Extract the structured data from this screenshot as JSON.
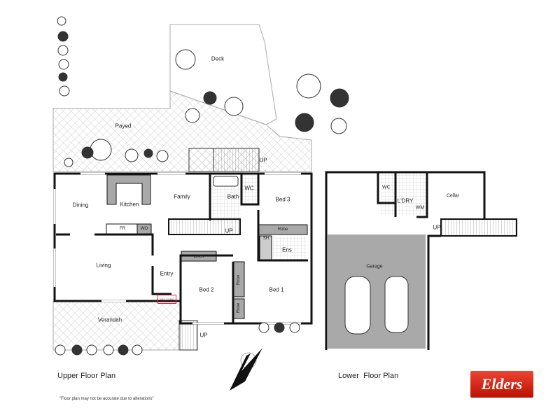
{
  "upper": {
    "title": "Upper Floor Plan",
    "rooms": {
      "deck": "Deck",
      "payed": "Payed",
      "dining": "Dining",
      "kitchen": "Kitchen",
      "family": "Family",
      "bath": "Bath",
      "wc": "WC",
      "bed3": "Bed 3",
      "fr": "FR",
      "wo": "WO",
      "up_inner": "UP",
      "robe3": "Robe",
      "sh": "SH",
      "ens": "Ens",
      "linen": "Linen",
      "living": "Living",
      "entry": "Entry",
      "bed2": "Bed 2",
      "robe_a": "Robe",
      "bed1": "Bed 1",
      "robe_b": "Robe",
      "verandah": "Verandah",
      "up_front": "UP",
      "up_rear": "UP"
    },
    "welcome_mat": "WELCOME"
  },
  "lower": {
    "title": "Lower  Floor Plan",
    "rooms": {
      "wc": "WC",
      "laundry": "L'DRY",
      "wm": "WM",
      "cellar": "Cellar",
      "up": "UP",
      "garage": "Garage"
    }
  },
  "disclaimer": "\"Floor plan may not be accurate due to alterations\"",
  "logo": {
    "text": "Elders",
    "color": "#d42a1c"
  },
  "colors": {
    "wall": "#111111",
    "fill_grey": "#a9a9a9",
    "hatch": "#bbbbbb"
  }
}
